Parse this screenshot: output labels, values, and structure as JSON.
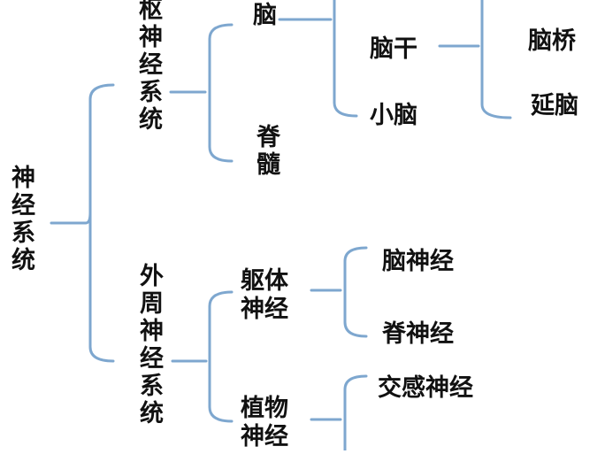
{
  "nodes": {
    "nervous_system": "神经系统",
    "central_nervous_system": "枢神经系统",
    "brain": "脑",
    "brainstem": "脑干",
    "cerebellum": "小脑",
    "pons": "脑桥",
    "medulla": "延脑",
    "spinal_cord": "脊髓",
    "peripheral_nervous_system": "外周神经系统",
    "somatic_nerves": "躯体神经",
    "cranial_nerves": "脑神经",
    "spinal_nerves": "脊神经",
    "autonomic_nerves": "植物神经",
    "sympathetic_nerves": "交感神经"
  },
  "colors": {
    "connector": "#7ea7cf",
    "text": "#111111"
  }
}
